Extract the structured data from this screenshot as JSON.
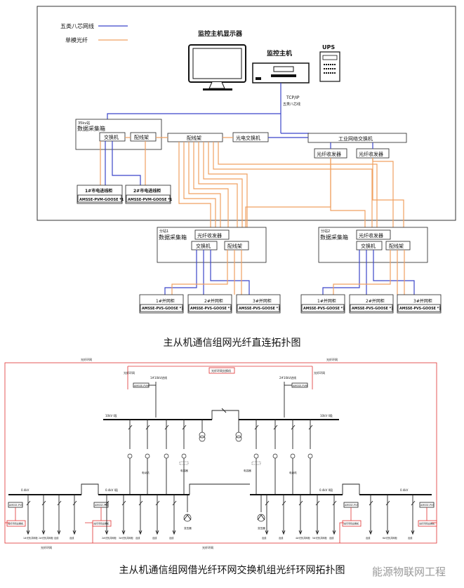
{
  "top": {
    "legend": {
      "cat5_label": "五类八芯网线",
      "fiber_label": "单模光纤"
    },
    "monitor_title": "监控主机显示器",
    "host_label": "监控主机",
    "ups_label": "UPS",
    "tcpip_label": "TCP/IP",
    "tcpip_sub": "五类八芯线",
    "main_box": {
      "tag": "35kv站",
      "title": "数据采集箱",
      "switch": "交换机",
      "patch": "配线架"
    },
    "patch_center": "配线架",
    "opto_switch": "光电交换机",
    "ind_switch": "工业网络交换机",
    "transceiver1": "光纤收发器",
    "transceiver2": "光纤收发器",
    "cab1": {
      "title": "1#市电进线柜",
      "device": "AMSSE-PVM-GOOSE *1"
    },
    "cab2": {
      "title": "2#市电进线柜",
      "device": "AMSSE-PVM-GOOSE *1"
    },
    "sub1": {
      "tag": "分站1",
      "title": "数据采集箱",
      "transceiver": "光纤收发器",
      "switch": "交换机",
      "patch": "配线架"
    },
    "sub2": {
      "tag": "分站2",
      "title": "数据采集箱",
      "transceiver": "光纤收发器",
      "switch": "交换机",
      "patch": "配线架"
    },
    "grid_cabinets": [
      {
        "title": "1#并网柜",
        "device": "AMSSE-PVS-GOOSE *1"
      },
      {
        "title": "2#并网柜",
        "device": "AMSSE-PVS-GOOSE *1"
      },
      {
        "title": "3#并网柜",
        "device": "AMSSE-PVS-GOOSE *1"
      },
      {
        "title": "1#并网柜",
        "device": "AMSSE-PVS-GOOSE *1"
      },
      {
        "title": "2#并网柜",
        "device": "AMSSE-PVS-GOOSE *1"
      },
      {
        "title": "3#并网柜",
        "device": "AMSSE-PVS-GOOSE *1"
      }
    ],
    "caption": "主从机通信组网光纤直连拓扑图"
  },
  "bottom": {
    "ring_labels": [
      "光纤环网",
      "光纤环网",
      "光纤环网",
      "光纤环网"
    ],
    "center_switch": "光纤环网交换机",
    "incoming1": "1#10kV进线",
    "incoming2": "2#10kV进线",
    "meter1": "AMSSE-PVM",
    "meter2": "AMSSE-PVM",
    "bus1": "10kV I段",
    "bus2": "10kV II段",
    "lv_bus1": "0.4kV",
    "lv_bus2": "0.4kV I段",
    "lv_bus3": "0.4kV II段",
    "lv_bus4": "0.4kV",
    "pvs": [
      "AMSSE-PVS",
      "AMSSE-PVS",
      "AMSSE-PVS",
      "AMSSE-PVS"
    ],
    "ring_boxes": [
      "光纤环网交换机",
      "光纤环网交换机",
      "光纤环网交换机",
      "光纤环网交换机"
    ],
    "feeder_labels": [
      "1#光伏并网柜",
      "2#光伏并网柜",
      "出线",
      "出线",
      "2#光伏并网柜",
      "3#光伏并网柜",
      "出线",
      "出线",
      "出线",
      "出线",
      "出线",
      "4#光伏并网柜",
      "5#光伏并网柜",
      "出线",
      "出线",
      "6#光伏并网柜",
      "出线"
    ],
    "device_labels": [
      "电动机",
      "电容器",
      "电容器",
      "电动机",
      "变压器",
      "变压器"
    ],
    "caption": "主从机通信组网借光纤环网交换机组光纤环网拓扑图",
    "watermark": "能源物联网工程"
  },
  "colors": {
    "cat5": "#3b45c9",
    "fiber": "#f0a060",
    "ring": "#e03030",
    "line": "#111111"
  }
}
